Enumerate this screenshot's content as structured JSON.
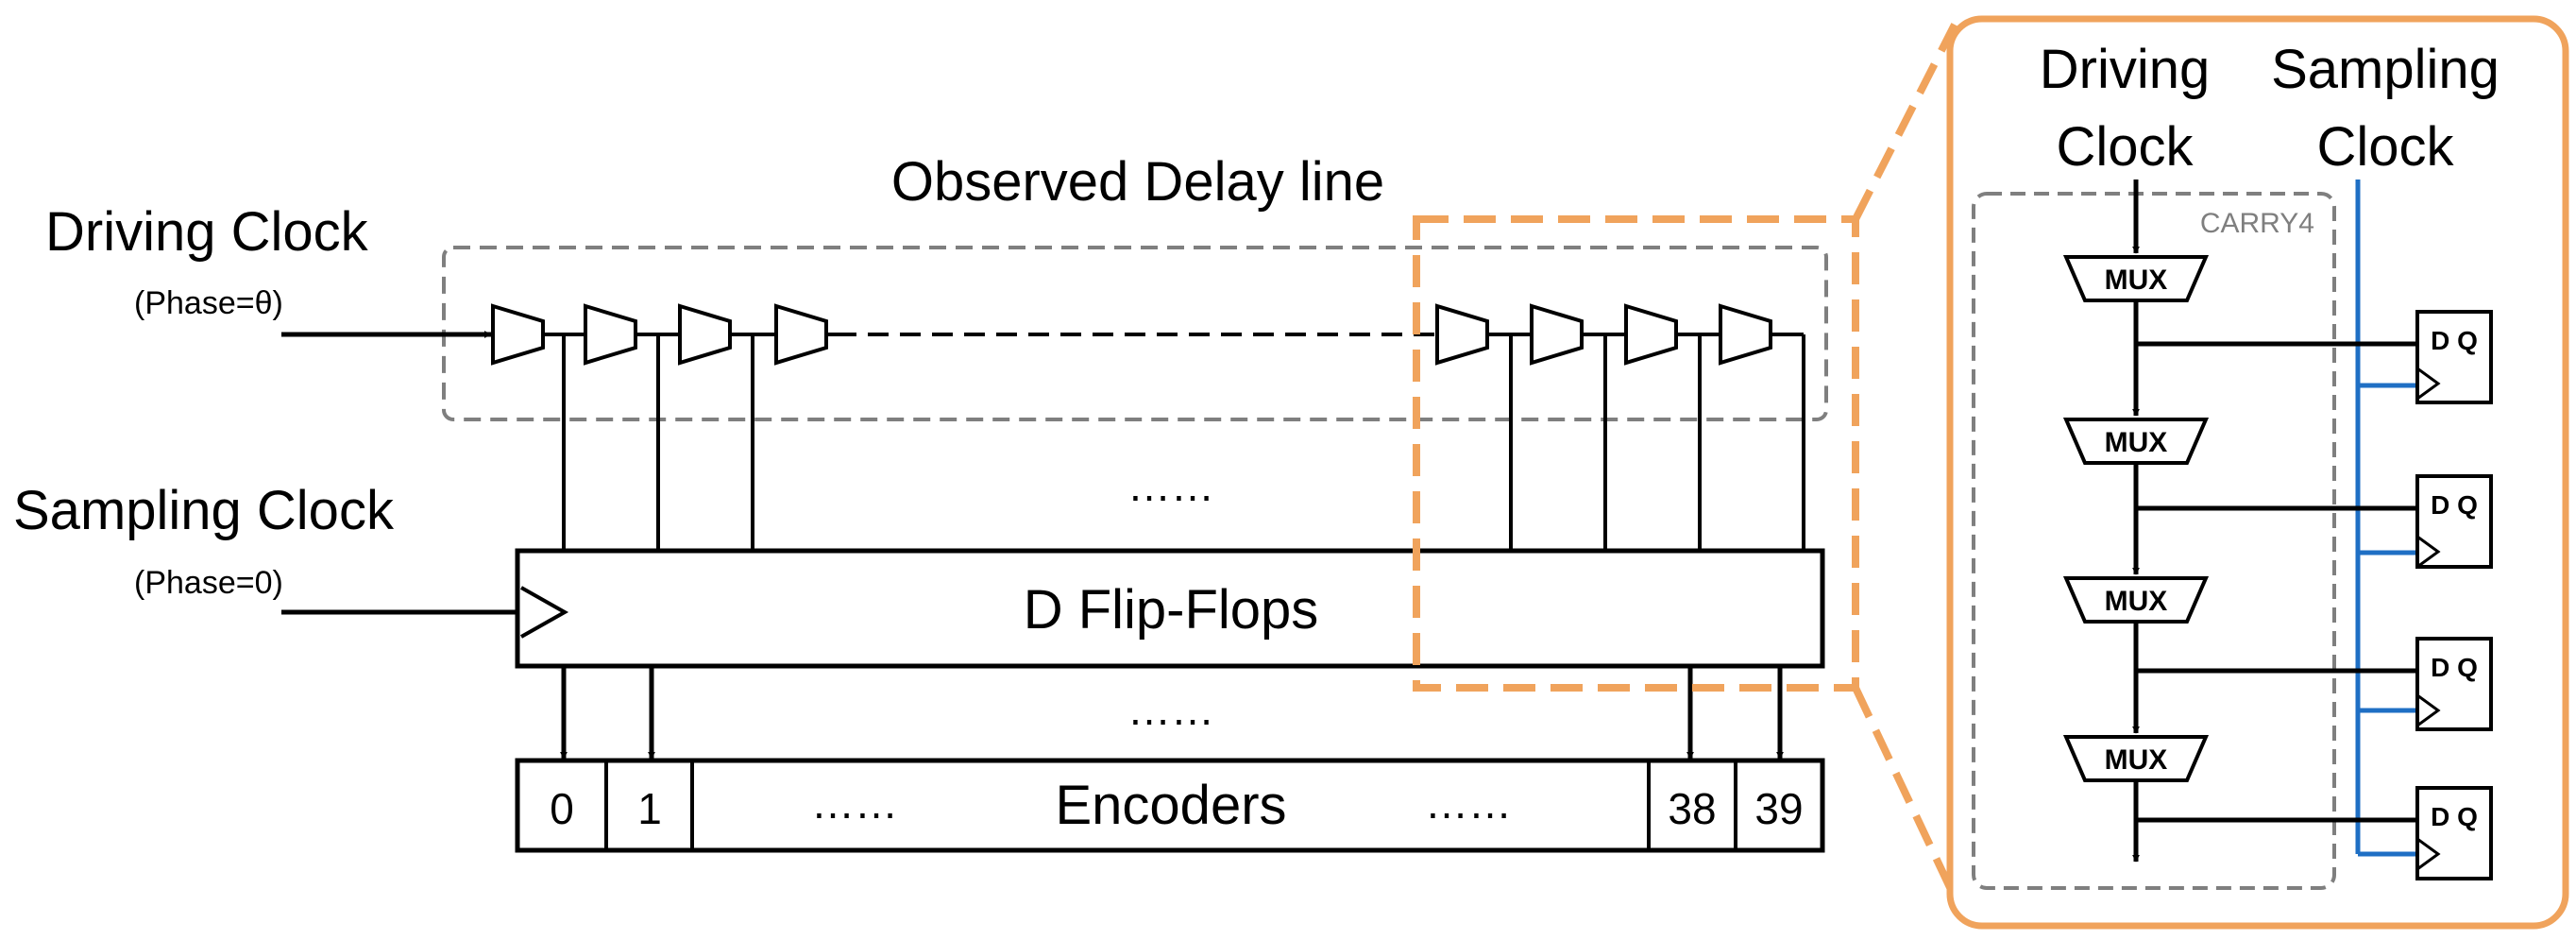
{
  "left": {
    "observed_label": "Observed Delay line",
    "driving_label": "Driving Clock",
    "driving_phase": "(Phase=θ)",
    "sampling_label": "Sampling Clock",
    "sampling_phase": "(Phase=0)",
    "mid_ellipsis": "……",
    "dff_label": "D Flip-Flops",
    "lower_ellipsis": "……",
    "encoders_label": "Encoders",
    "enc_ellipsis_left": "……",
    "enc_ellipsis_right": "……",
    "encoder_cells": [
      "0",
      "1",
      "38",
      "39"
    ]
  },
  "right": {
    "driving_line1": "Driving",
    "driving_line2": "Clock",
    "sampling_line1": "Sampling",
    "sampling_line2": "Clock",
    "carry_label": "CARRY4",
    "mux_labels": [
      "MUX",
      "MUX",
      "MUX",
      "MUX"
    ],
    "ff_labels": [
      "D Q",
      "D Q",
      "D Q",
      "D Q"
    ]
  },
  "colors": {
    "line": "#000000",
    "dashed_box": "#7f7f7f",
    "highlight": "#f0a35c",
    "sampling_wire": "#1f6fc4"
  }
}
